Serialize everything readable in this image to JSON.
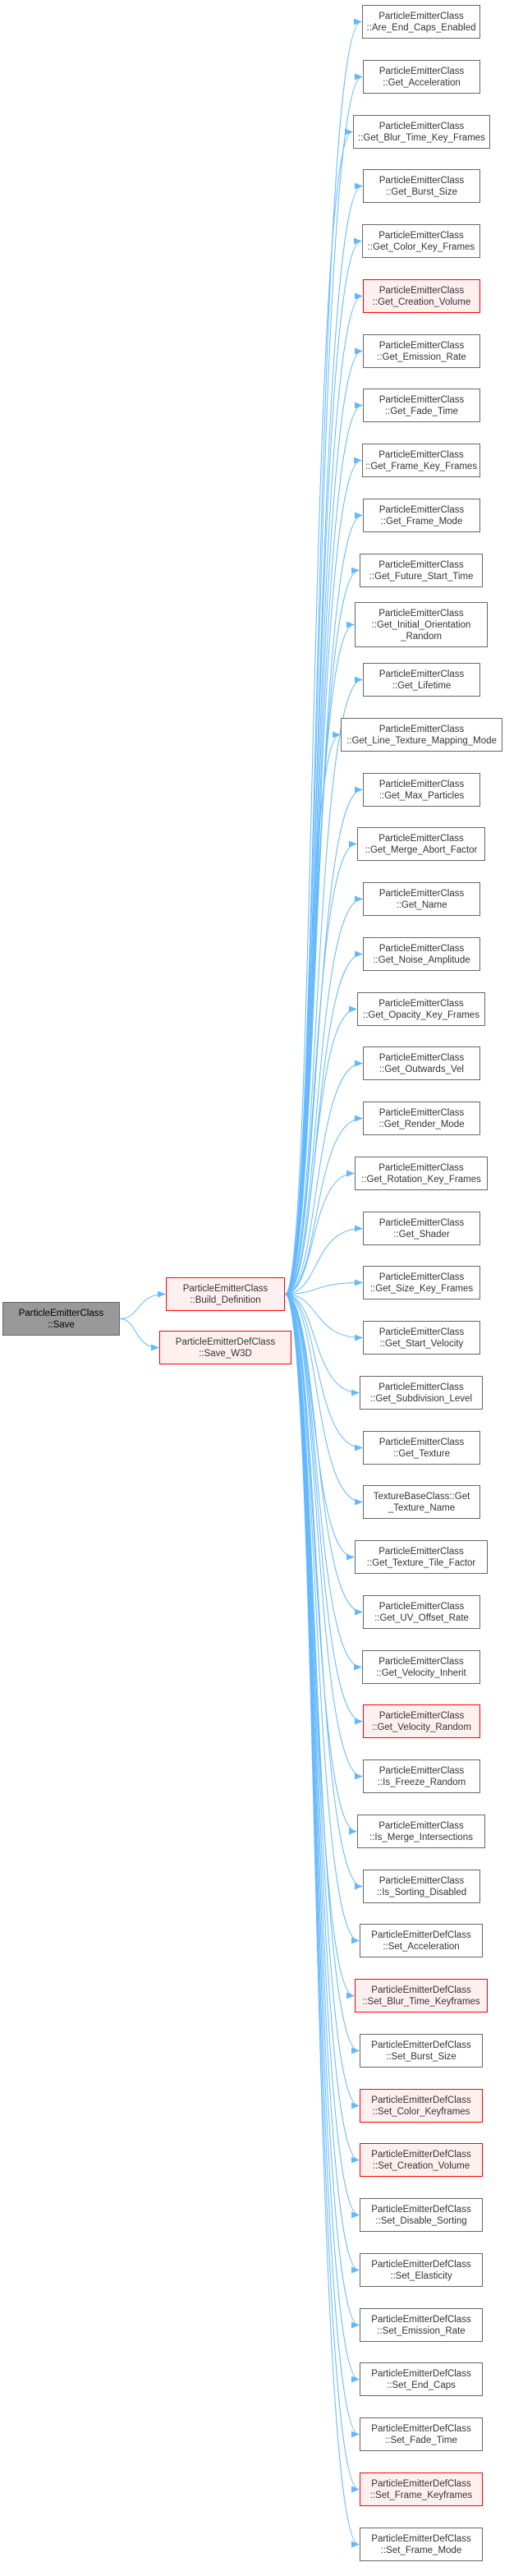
{
  "nodes": [
    {
      "key": "root",
      "lines": [
        "ParticleEmitterClass",
        "::Save"
      ],
      "style": "gray"
    },
    {
      "key": "build",
      "lines": [
        "ParticleEmitterClass",
        "::Build_Definition"
      ],
      "style": "red"
    },
    {
      "key": "savew3d",
      "lines": [
        "ParticleEmitterDefClass",
        "::Save_W3D"
      ],
      "style": "red"
    },
    {
      "key": "t0",
      "lines": [
        "ParticleEmitterClass",
        "::Are_End_Caps_Enabled"
      ],
      "style": "normal"
    },
    {
      "key": "t1",
      "lines": [
        "ParticleEmitterClass",
        "::Get_Acceleration"
      ],
      "style": "normal"
    },
    {
      "key": "t2",
      "lines": [
        "ParticleEmitterClass",
        "::Get_Blur_Time_Key_Frames"
      ],
      "style": "normal"
    },
    {
      "key": "t3",
      "lines": [
        "ParticleEmitterClass",
        "::Get_Burst_Size"
      ],
      "style": "normal"
    },
    {
      "key": "t4",
      "lines": [
        "ParticleEmitterClass",
        "::Get_Color_Key_Frames"
      ],
      "style": "normal"
    },
    {
      "key": "t5",
      "lines": [
        "ParticleEmitterClass",
        "::Get_Creation_Volume"
      ],
      "style": "red"
    },
    {
      "key": "t6",
      "lines": [
        "ParticleEmitterClass",
        "::Get_Emission_Rate"
      ],
      "style": "normal"
    },
    {
      "key": "t7",
      "lines": [
        "ParticleEmitterClass",
        "::Get_Fade_Time"
      ],
      "style": "normal"
    },
    {
      "key": "t8",
      "lines": [
        "ParticleEmitterClass",
        "::Get_Frame_Key_Frames"
      ],
      "style": "normal"
    },
    {
      "key": "t9",
      "lines": [
        "ParticleEmitterClass",
        "::Get_Frame_Mode"
      ],
      "style": "normal"
    },
    {
      "key": "t10",
      "lines": [
        "ParticleEmitterClass",
        "::Get_Future_Start_Time"
      ],
      "style": "normal"
    },
    {
      "key": "t11",
      "lines": [
        "ParticleEmitterClass",
        "::Get_Initial_Orientation",
        "_Random"
      ],
      "style": "normal"
    },
    {
      "key": "t12",
      "lines": [
        "ParticleEmitterClass",
        "::Get_Lifetime"
      ],
      "style": "normal"
    },
    {
      "key": "t13",
      "lines": [
        "ParticleEmitterClass",
        "::Get_Line_Texture_Mapping_Mode"
      ],
      "style": "normal"
    },
    {
      "key": "t14",
      "lines": [
        "ParticleEmitterClass",
        "::Get_Max_Particles"
      ],
      "style": "normal"
    },
    {
      "key": "t15",
      "lines": [
        "ParticleEmitterClass",
        "::Get_Merge_Abort_Factor"
      ],
      "style": "normal"
    },
    {
      "key": "t16",
      "lines": [
        "ParticleEmitterClass",
        "::Get_Name"
      ],
      "style": "normal"
    },
    {
      "key": "t17",
      "lines": [
        "ParticleEmitterClass",
        "::Get_Noise_Amplitude"
      ],
      "style": "normal"
    },
    {
      "key": "t18",
      "lines": [
        "ParticleEmitterClass",
        "::Get_Opacity_Key_Frames"
      ],
      "style": "normal"
    },
    {
      "key": "t19",
      "lines": [
        "ParticleEmitterClass",
        "::Get_Outwards_Vel"
      ],
      "style": "normal"
    },
    {
      "key": "t20",
      "lines": [
        "ParticleEmitterClass",
        "::Get_Render_Mode"
      ],
      "style": "normal"
    },
    {
      "key": "t21",
      "lines": [
        "ParticleEmitterClass",
        "::Get_Rotation_Key_Frames"
      ],
      "style": "normal"
    },
    {
      "key": "t22",
      "lines": [
        "ParticleEmitterClass",
        "::Get_Shader"
      ],
      "style": "normal"
    },
    {
      "key": "t23",
      "lines": [
        "ParticleEmitterClass",
        "::Get_Size_Key_Frames"
      ],
      "style": "normal"
    },
    {
      "key": "t24",
      "lines": [
        "ParticleEmitterClass",
        "::Get_Start_Velocity"
      ],
      "style": "normal"
    },
    {
      "key": "t25",
      "lines": [
        "ParticleEmitterClass",
        "::Get_Subdivision_Level"
      ],
      "style": "normal"
    },
    {
      "key": "t26",
      "lines": [
        "ParticleEmitterClass",
        "::Get_Texture"
      ],
      "style": "normal"
    },
    {
      "key": "t27",
      "lines": [
        "TextureBaseClass::Get",
        "_Texture_Name"
      ],
      "style": "normal"
    },
    {
      "key": "t28",
      "lines": [
        "ParticleEmitterClass",
        "::Get_Texture_Tile_Factor"
      ],
      "style": "normal"
    },
    {
      "key": "t29",
      "lines": [
        "ParticleEmitterClass",
        "::Get_UV_Offset_Rate"
      ],
      "style": "normal"
    },
    {
      "key": "t30",
      "lines": [
        "ParticleEmitterClass",
        "::Get_Velocity_Inherit"
      ],
      "style": "normal"
    },
    {
      "key": "t31",
      "lines": [
        "ParticleEmitterClass",
        "::Get_Velocity_Random"
      ],
      "style": "red"
    },
    {
      "key": "t32",
      "lines": [
        "ParticleEmitterClass",
        "::Is_Freeze_Random"
      ],
      "style": "normal"
    },
    {
      "key": "t33",
      "lines": [
        "ParticleEmitterClass",
        "::Is_Merge_Intersections"
      ],
      "style": "normal"
    },
    {
      "key": "t34",
      "lines": [
        "ParticleEmitterClass",
        "::Is_Sorting_Disabled"
      ],
      "style": "normal"
    },
    {
      "key": "t35",
      "lines": [
        "ParticleEmitterDefClass",
        "::Set_Acceleration"
      ],
      "style": "normal"
    },
    {
      "key": "t36",
      "lines": [
        "ParticleEmitterDefClass",
        "::Set_Blur_Time_Keyframes"
      ],
      "style": "red"
    },
    {
      "key": "t37",
      "lines": [
        "ParticleEmitterDefClass",
        "::Set_Burst_Size"
      ],
      "style": "normal"
    },
    {
      "key": "t38",
      "lines": [
        "ParticleEmitterDefClass",
        "::Set_Color_Keyframes"
      ],
      "style": "red"
    },
    {
      "key": "t39",
      "lines": [
        "ParticleEmitterDefClass",
        "::Set_Creation_Volume"
      ],
      "style": "red"
    },
    {
      "key": "t40",
      "lines": [
        "ParticleEmitterDefClass",
        "::Set_Disable_Sorting"
      ],
      "style": "normal"
    },
    {
      "key": "t41",
      "lines": [
        "ParticleEmitterDefClass",
        "::Set_Elasticity"
      ],
      "style": "normal"
    },
    {
      "key": "t42",
      "lines": [
        "ParticleEmitterDefClass",
        "::Set_Emission_Rate"
      ],
      "style": "normal"
    },
    {
      "key": "t43",
      "lines": [
        "ParticleEmitterDefClass",
        "::Set_End_Caps"
      ],
      "style": "normal"
    },
    {
      "key": "t44",
      "lines": [
        "ParticleEmitterDefClass",
        "::Set_Fade_Time"
      ],
      "style": "normal"
    },
    {
      "key": "t45",
      "lines": [
        "ParticleEmitterDefClass",
        "::Set_Frame_Keyframes"
      ],
      "style": "red"
    },
    {
      "key": "t46",
      "lines": [
        "ParticleEmitterDefClass",
        "::Set_Frame_Mode"
      ],
      "style": "normal"
    }
  ],
  "edges": [
    [
      "root",
      "build"
    ],
    [
      "root",
      "savew3d"
    ],
    [
      "build",
      "t0"
    ],
    [
      "build",
      "t1"
    ],
    [
      "build",
      "t2"
    ],
    [
      "build",
      "t3"
    ],
    [
      "build",
      "t4"
    ],
    [
      "build",
      "t5"
    ],
    [
      "build",
      "t6"
    ],
    [
      "build",
      "t7"
    ],
    [
      "build",
      "t8"
    ],
    [
      "build",
      "t9"
    ],
    [
      "build",
      "t10"
    ],
    [
      "build",
      "t11"
    ],
    [
      "build",
      "t12"
    ],
    [
      "build",
      "t13"
    ],
    [
      "build",
      "t14"
    ],
    [
      "build",
      "t15"
    ],
    [
      "build",
      "t16"
    ],
    [
      "build",
      "t17"
    ],
    [
      "build",
      "t18"
    ],
    [
      "build",
      "t19"
    ],
    [
      "build",
      "t20"
    ],
    [
      "build",
      "t21"
    ],
    [
      "build",
      "t22"
    ],
    [
      "build",
      "t23"
    ],
    [
      "build",
      "t24"
    ],
    [
      "build",
      "t25"
    ],
    [
      "build",
      "t26"
    ],
    [
      "build",
      "t27"
    ],
    [
      "build",
      "t28"
    ],
    [
      "build",
      "t29"
    ],
    [
      "build",
      "t30"
    ],
    [
      "build",
      "t31"
    ],
    [
      "build",
      "t32"
    ],
    [
      "build",
      "t33"
    ],
    [
      "build",
      "t34"
    ],
    [
      "build",
      "t35"
    ],
    [
      "build",
      "t36"
    ],
    [
      "build",
      "t37"
    ],
    [
      "build",
      "t38"
    ],
    [
      "build",
      "t39"
    ],
    [
      "build",
      "t40"
    ],
    [
      "build",
      "t41"
    ],
    [
      "build",
      "t42"
    ],
    [
      "build",
      "t43"
    ],
    [
      "build",
      "t44"
    ],
    [
      "build",
      "t45"
    ],
    [
      "build",
      "t46"
    ]
  ],
  "colors": {
    "edge": "#63b8ff",
    "box_border": "#666666",
    "red_border": "#ff0000",
    "root_fill": "#999999"
  }
}
